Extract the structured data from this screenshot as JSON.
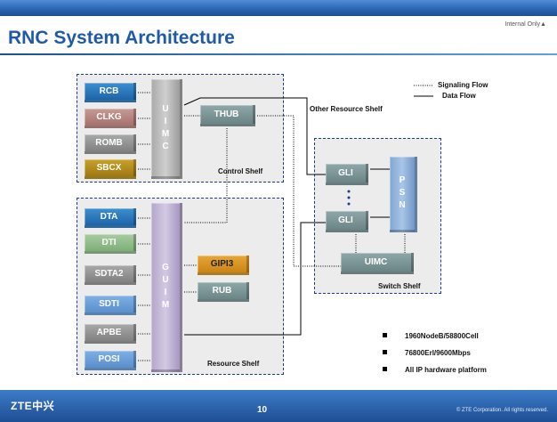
{
  "header": {
    "title": "RNC System Architecture",
    "classification": "Internal Only▲"
  },
  "footer": {
    "logo": "ZTE中兴",
    "page_number": "10",
    "copyright": "© ZTE Corporation. All rights reserved."
  },
  "legend": {
    "signaling": "Signaling Flow",
    "data": "Data Flow"
  },
  "notes": {
    "other_resource_shelf": "Other Resource Shelf"
  },
  "control_shelf": {
    "label": "Control Shelf",
    "boards": [
      "RCB",
      "CLKG",
      "ROMB",
      "SBCX"
    ],
    "uimc_letters": [
      "U",
      "I",
      "M",
      "C"
    ],
    "thub": "THUB"
  },
  "resource_shelf": {
    "label": "Resource Shelf",
    "boards": [
      "DTA",
      "DTI",
      "SDTA2",
      "SDTI",
      "APBE",
      "POSI"
    ],
    "guim_letters": [
      "G",
      "U",
      "I",
      "M"
    ],
    "gipi3": "GIPI3",
    "rub": "RUB"
  },
  "switch_shelf": {
    "label": "Switch Shelf",
    "gli_top": "GLI",
    "gli_bottom": "GLI",
    "psn_letters": [
      "P",
      "S",
      "N"
    ],
    "uimc": "UIMC"
  },
  "bullets": [
    "1960NodeB/58800Cell",
    "76800Erl/9600Mbps",
    "All IP hardware platform"
  ],
  "colors": {
    "title": "#1e5aa8",
    "shelf_border": "#1f3a8a",
    "board_blue": "#1c64a7"
  }
}
